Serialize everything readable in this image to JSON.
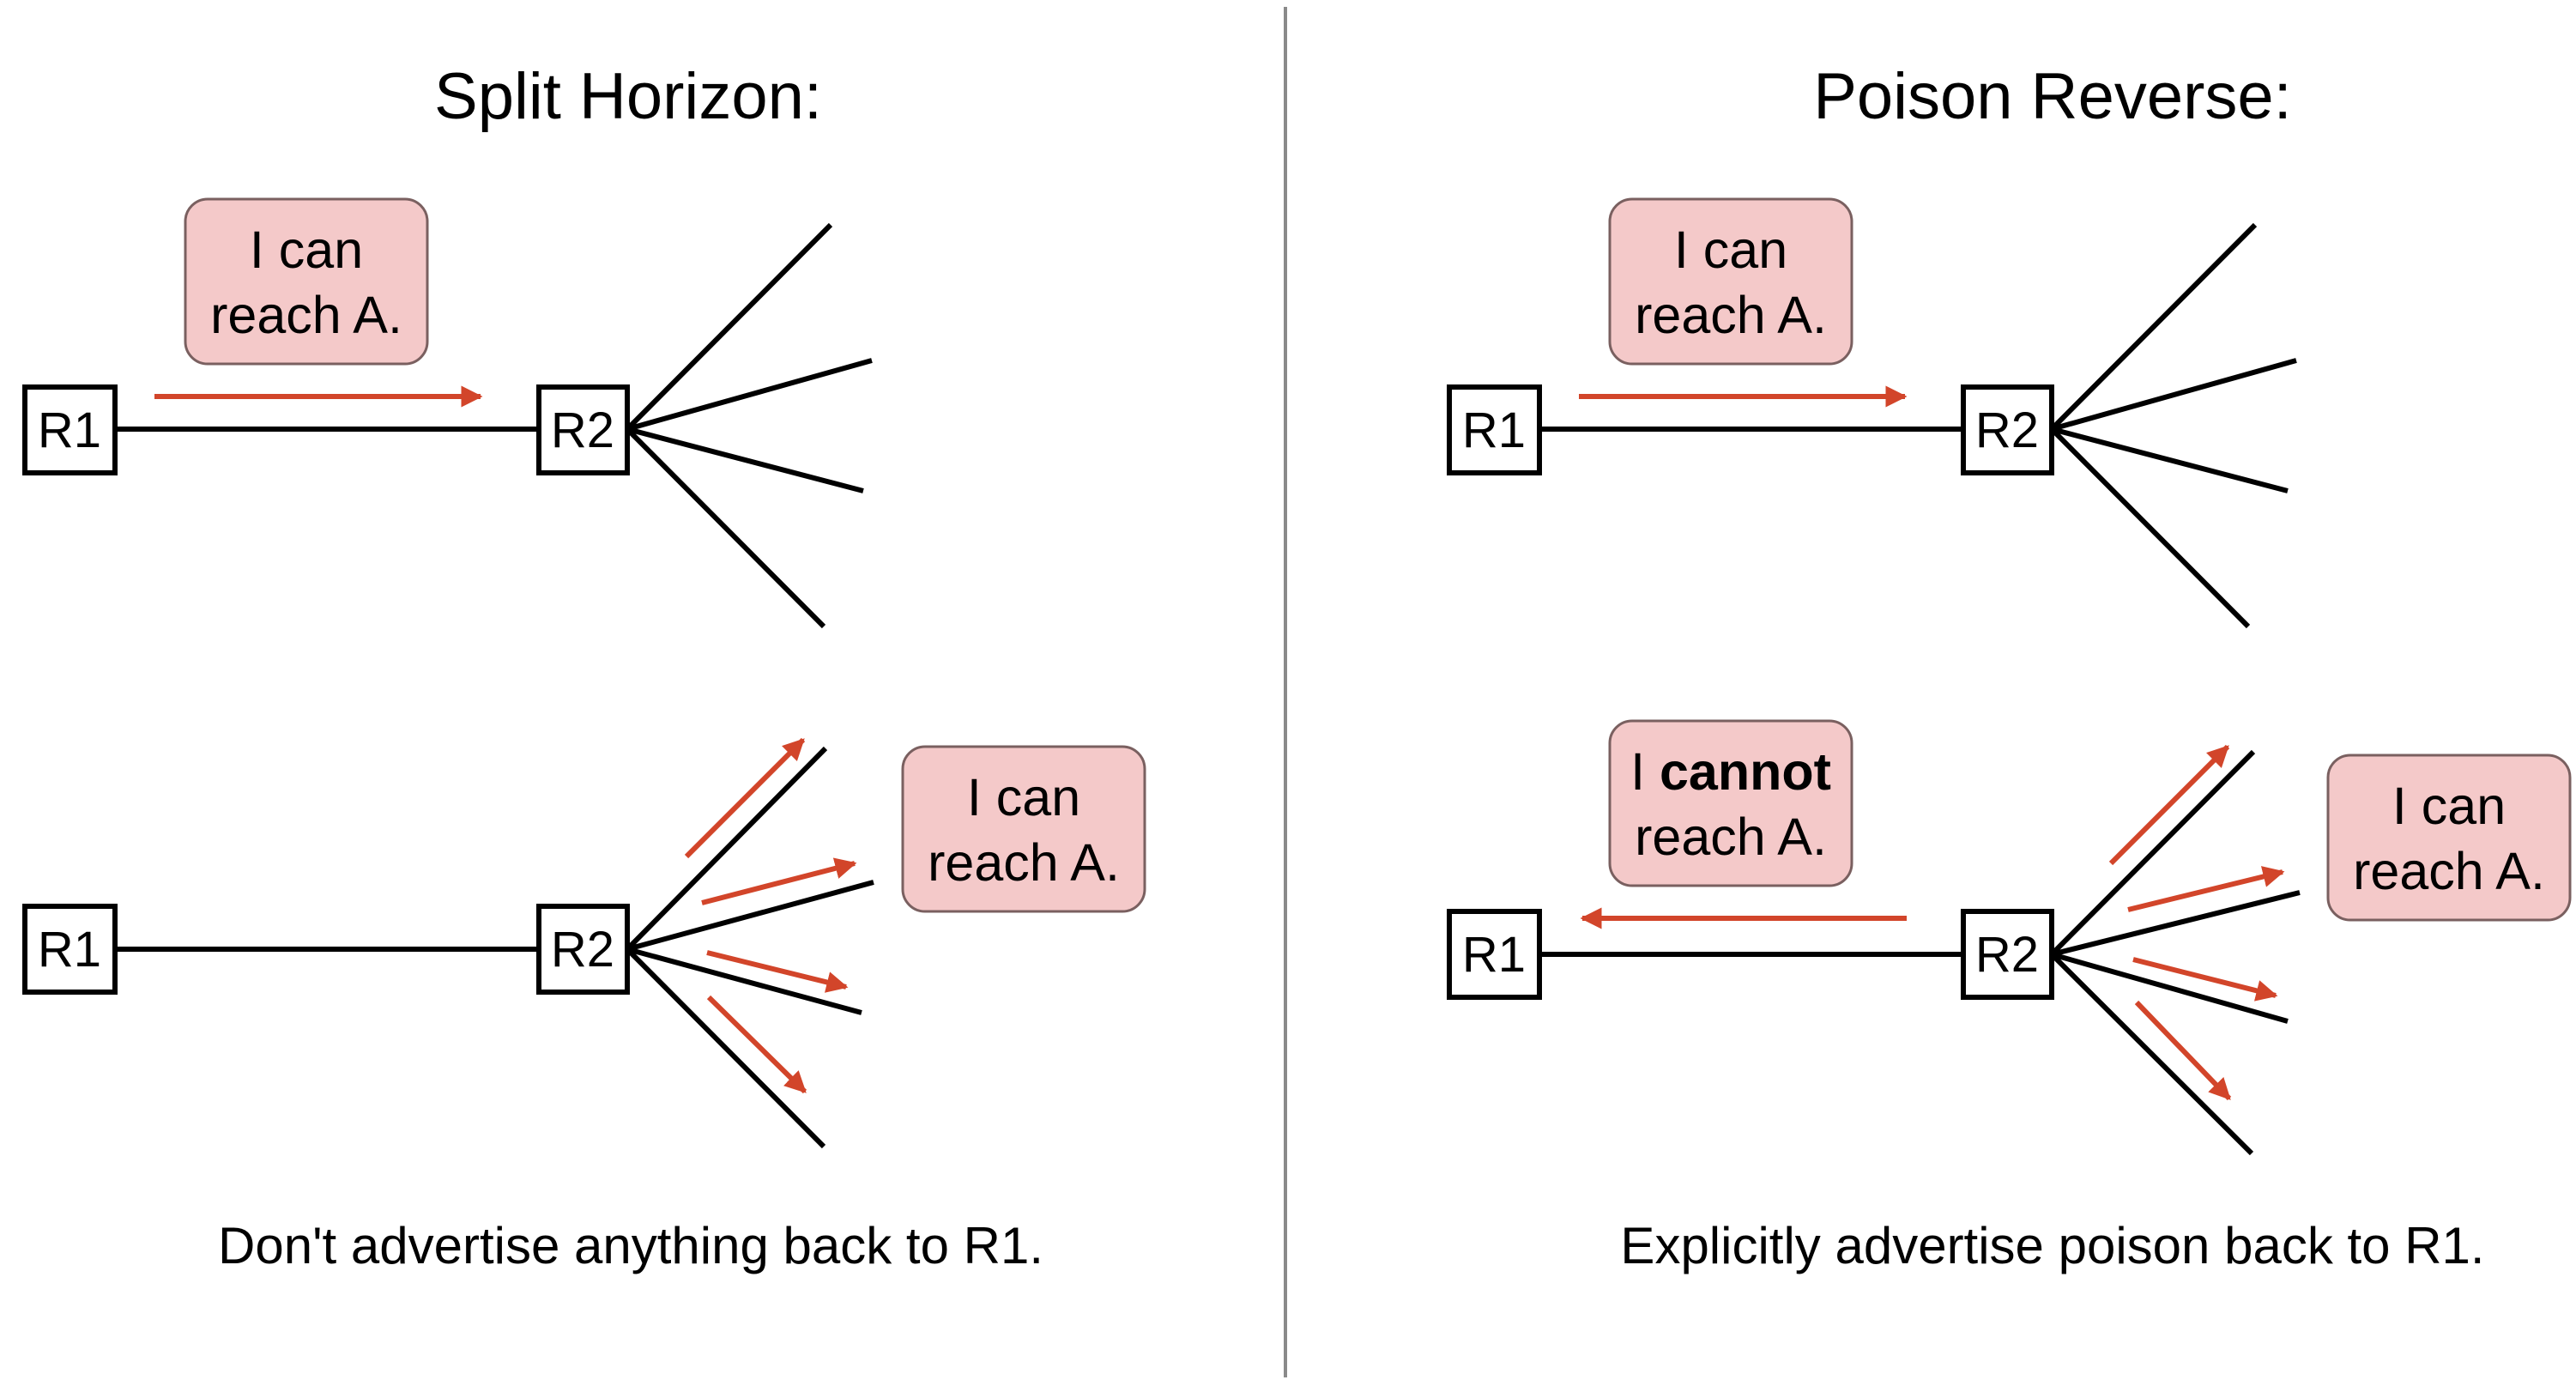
{
  "colors": {
    "arrow": "#d2452a",
    "bubble_fill": "#f4c9c9",
    "bubble_stroke": "#7a6060",
    "line": "#000000",
    "divider": "#8a8a8a"
  },
  "left": {
    "title": "Split Horizon:",
    "caption": "Don't advertise anything back to R1.",
    "top": {
      "r1": "R1",
      "r2": "R2",
      "bubble": {
        "line1": "I can",
        "line2": "reach A."
      }
    },
    "bottom": {
      "r1": "R1",
      "r2": "R2",
      "bubble": {
        "line1": "I can",
        "line2": "reach A."
      }
    }
  },
  "right": {
    "title": "Poison Reverse:",
    "caption": "Explicitly advertise poison back to R1.",
    "top": {
      "r1": "R1",
      "r2": "R2",
      "bubble": {
        "line1": "I can",
        "line2": "reach A."
      }
    },
    "bottom": {
      "r1": "R1",
      "r2": "R2",
      "poison_bubble": {
        "prefix": "I ",
        "emphasis": "cannot",
        "line2": "reach A."
      },
      "bubble": {
        "line1": "I can",
        "line2": "reach A."
      }
    }
  }
}
